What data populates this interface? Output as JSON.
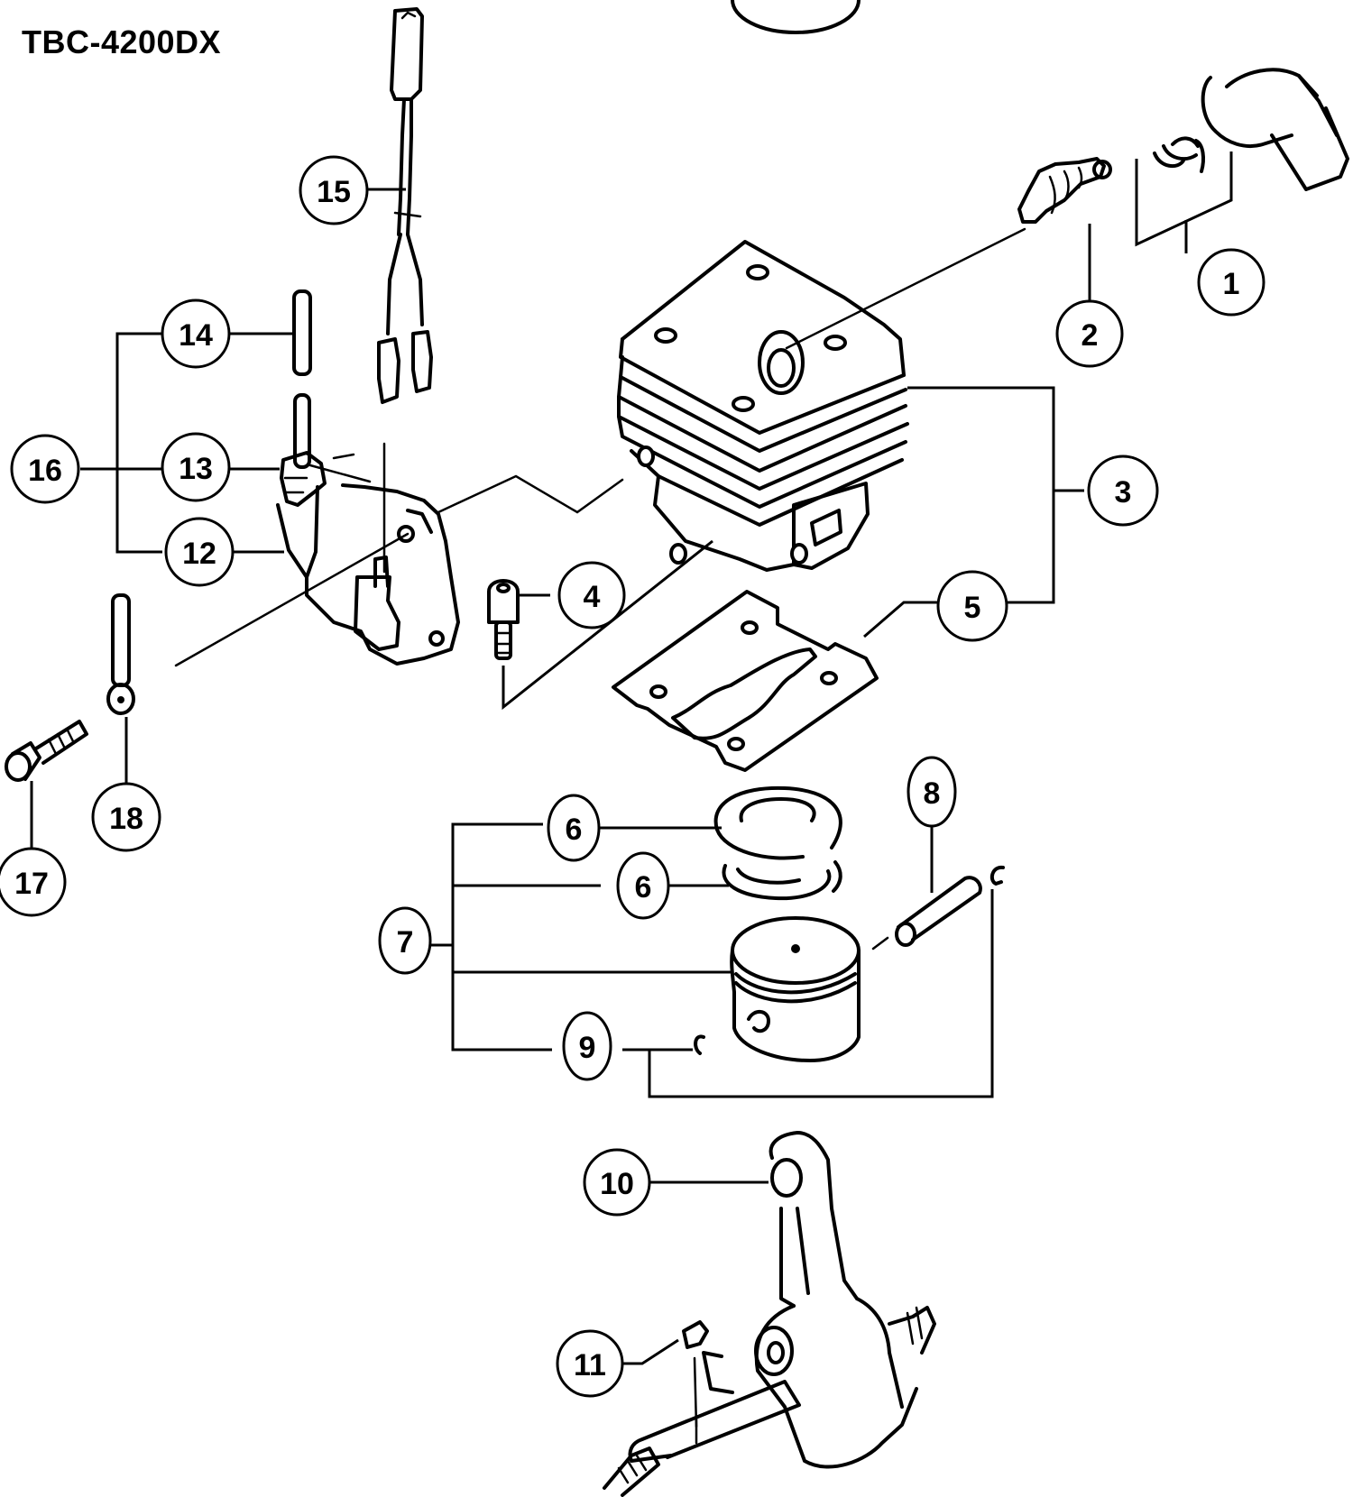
{
  "title": "TBC-4200DX",
  "callouts": [
    {
      "id": "c1",
      "number": "1",
      "part": "spark-plug-cap"
    },
    {
      "id": "c2",
      "number": "2",
      "part": "spark-plug"
    },
    {
      "id": "c3",
      "number": "3",
      "part": "cylinder-assembly"
    },
    {
      "id": "c4",
      "number": "4",
      "part": "cylinder-bolt"
    },
    {
      "id": "c5",
      "number": "5",
      "part": "cylinder-gasket"
    },
    {
      "id": "c6a",
      "number": "6",
      "part": "piston-ring-top"
    },
    {
      "id": "c6b",
      "number": "6",
      "part": "piston-ring-bottom"
    },
    {
      "id": "c7",
      "number": "7",
      "part": "piston-assembly"
    },
    {
      "id": "c8",
      "number": "8",
      "part": "piston-pin"
    },
    {
      "id": "c9",
      "number": "9",
      "part": "circlip"
    },
    {
      "id": "c10",
      "number": "10",
      "part": "crankshaft-connecting-rod"
    },
    {
      "id": "c11",
      "number": "11",
      "part": "woodruff-key"
    },
    {
      "id": "c12",
      "number": "12",
      "part": "ignition-coil"
    },
    {
      "id": "c13",
      "number": "13",
      "part": "high-tension-cord"
    },
    {
      "id": "c14",
      "number": "14",
      "part": "cord-pin"
    },
    {
      "id": "c15",
      "number": "15",
      "part": "stop-switch-wire"
    },
    {
      "id": "c16",
      "number": "16",
      "part": "ignition-coil-assembly"
    },
    {
      "id": "c17",
      "number": "17",
      "part": "coil-bolt"
    },
    {
      "id": "c18",
      "number": "18",
      "part": "ground-terminal"
    }
  ]
}
